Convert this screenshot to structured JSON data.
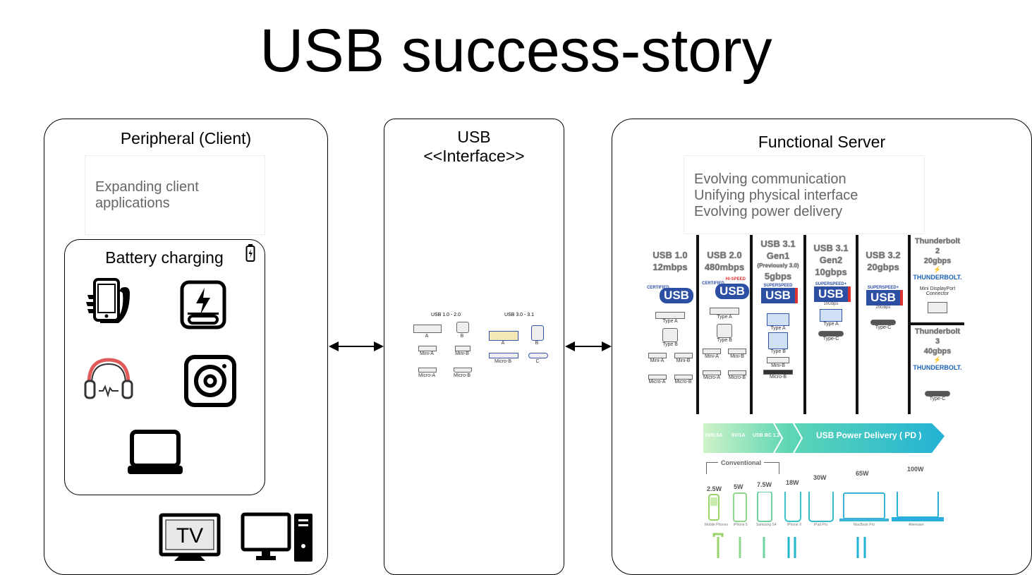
{
  "title": "USB success-story",
  "peripheral": {
    "title": "Peripheral (Client)",
    "note": "Expanding client applications",
    "battery": {
      "title": "Battery charging"
    },
    "icons": [
      "smartphone-icon",
      "power-bank-icon",
      "headphones-icon",
      "speaker-icon",
      "laptop-icon",
      "tv-icon",
      "desktop-computer-icon",
      "battery-icon"
    ],
    "tv_label": "TV"
  },
  "usb": {
    "title_line1": "USB",
    "title_line2": "<<Interface>>",
    "groups": [
      {
        "name": "USB 1.0 - 2.0",
        "labels": [
          "A",
          "B",
          "Mini-A",
          "Mini-B",
          "Micro-A",
          "Micro-B"
        ]
      },
      {
        "name": "USB 3.0 - 3.1",
        "labels": [
          "A",
          "B",
          "Micro-B",
          "C"
        ]
      }
    ]
  },
  "server": {
    "title": "Functional Server",
    "notes": [
      "Evolving communication",
      "Unifying physical interface",
      "Evolving power delivery"
    ],
    "columns": [
      {
        "h": [
          "USB 1.0",
          "12mbps"
        ],
        "connectors": [
          "Type A",
          "Type B",
          "Mini-A",
          "Mini-B",
          "Micro-A",
          "Micro-B"
        ]
      },
      {
        "h": [
          "USB 2.0",
          "480mbps"
        ],
        "connectors": [
          "Type A",
          "Type B",
          "Mini-A",
          "Mini-B",
          "Micro-A",
          "Micro-B"
        ]
      },
      {
        "h": [
          "USB 3.1",
          "Gen1",
          "(Previously 3.0)",
          "5gbps"
        ],
        "connectors": [
          "Type A",
          "Type B",
          "Mini-B",
          "Micro-B"
        ]
      },
      {
        "h": [
          "USB 3.1",
          "Gen2",
          "10gbps"
        ],
        "connectors": [
          "Type A",
          "Type-C"
        ]
      },
      {
        "h": [
          "USB 3.2",
          "20gbps"
        ],
        "connectors": [
          "Type-C"
        ]
      },
      {
        "h": [
          "Thunderbolt",
          "2",
          "20gbps"
        ],
        "brand": "THUNDERBOLT.",
        "extra": [
          "Mini DisplayPort",
          "Connector"
        ]
      },
      {
        "h": [
          "Thunderbolt",
          "3",
          "40gbps"
        ],
        "brand": "THUNDERBOLT.",
        "connectors": [
          "Type-C"
        ]
      }
    ],
    "logo_texts": {
      "usb": "USB",
      "certified": "CERTIFIED",
      "hispeed": "HI-SPEED",
      "superspeed": "SUPERSPEED",
      "superspeedplus": "SUPERSPEED+",
      "gbps10": "10Gbps",
      "gbps20": "20Gbps"
    },
    "pd": {
      "small_labels": [
        "5V/0.5A",
        "5V/1A",
        "USB BC 1.2"
      ],
      "title": "USB Power Delivery ( PD )",
      "conventional": "Conventional",
      "watts": [
        "2.5W",
        "5W",
        "7.5W",
        "18W",
        "30W",
        "65W",
        "100W"
      ],
      "devices": [
        "Mobile Phones",
        "iPhone 5",
        "Samsung S4",
        "iPhone X",
        "iPad Pro",
        "MacBook Pro",
        "Alienware"
      ]
    }
  }
}
